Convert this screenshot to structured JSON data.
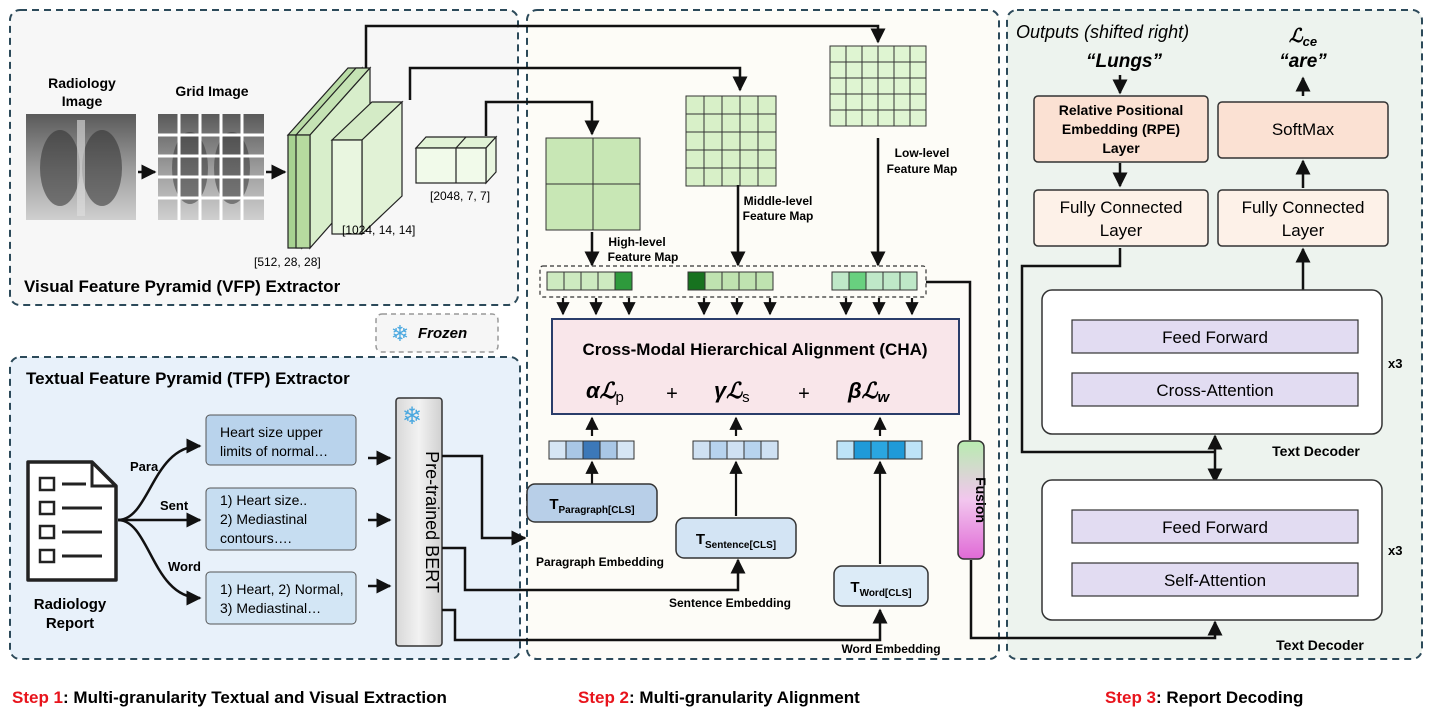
{
  "vfp": {
    "title": "Visual Feature Pyramid (VFP) Extractor",
    "radiology_image_line1": "Radiology",
    "radiology_image_line2": "Image",
    "grid_image": "Grid Image",
    "dim_512": "[512, 28, 28]",
    "dim_1024": "[1024, 14, 14]",
    "dim_2048": "[2048, 7, 7]"
  },
  "frozen": "Frozen",
  "tfp": {
    "title": "Textual Feature Pyramid (TFP) Extractor",
    "report_line1": "Radiology",
    "report_line2": "Report",
    "para": "Para",
    "sent": "Sent",
    "word": "Word",
    "box1_line1": "Heart size upper",
    "box1_line2": "limits of normal…",
    "box2_line1": "1) Heart size..",
    "box2_line2": "2) Mediastinal",
    "box2_line3": "contours….",
    "box3_line1": "1) Heart, 2) Normal,",
    "box3_line2": "3) Mediastinal…",
    "bert": "Pre-trained BERT"
  },
  "align": {
    "high_line1": "High-level",
    "high_line2": "Feature Map",
    "middle_line1": "Middle-level",
    "middle_line2": "Feature Map",
    "low_line1": "Low-level",
    "low_line2": "Feature Map",
    "cha_title": "Cross-Modal Hierarchical Alignment (CHA)",
    "loss_p_coef": "α",
    "loss_p_sub": "p",
    "loss_s_coef": "γ",
    "loss_s_sub": "s",
    "loss_w_coef": "β",
    "loss_w_sub": "w",
    "loss_symbol": "ℒ",
    "plus": "+",
    "t_main": "T",
    "t_paragraph_sub": "Paragraph[CLS]",
    "t_sentence_sub": "Sentence[CLS]",
    "t_word_sub": "Word[CLS]",
    "paragraph_embedding": "Paragraph Embedding",
    "sentence_embedding": "Sentence Embedding",
    "word_embedding": "Word Embedding",
    "fusion": "Fusion"
  },
  "decoder": {
    "outputs_label": "Outputs (shifted right)",
    "lungs": "“Lungs”",
    "lce_main": "ℒ",
    "lce_sub": "ce",
    "are": "“are”",
    "rpe_line1": "Relative Positional",
    "rpe_line2": "Embedding (RPE)",
    "rpe_line3": "Layer",
    "softmax": "SoftMax",
    "fc_line1": "Fully Connected",
    "fc_line2": "Layer",
    "feed_forward": "Feed Forward",
    "cross_attention": "Cross-Attention",
    "self_attention": "Self-Attention",
    "x3": "x3",
    "text_decoder": "Text Decoder"
  },
  "steps": {
    "step1_label": "Step 1",
    "step1_text": ": Multi-granularity Textual and Visual Extraction",
    "step2_label": "Step 2",
    "step2_text": ": Multi-granularity Alignment",
    "step3_label": "Step 3",
    "step3_text": ": Report Decoding"
  },
  "colors": {
    "step_red": "#e8141c",
    "dashed_border": "#2c4a5a",
    "green_light": "#d6efc8",
    "blue_panel": "#e8f1fa",
    "cha_fill": "#f9e6ea",
    "rpe_fill": "#fbe1d3",
    "fc_fill": "#fdf1e8",
    "block_fill": "#e2dcf2"
  }
}
